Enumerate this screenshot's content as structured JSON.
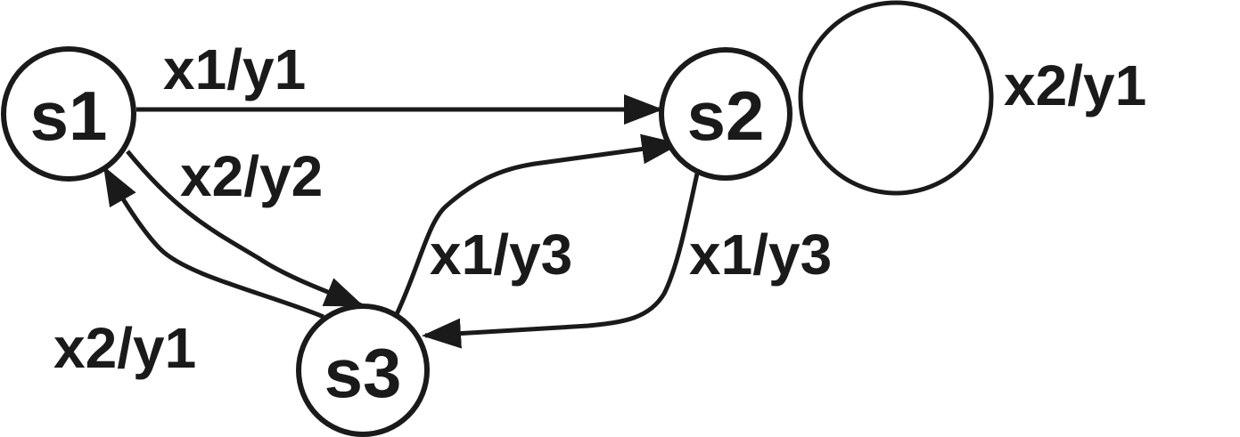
{
  "states": {
    "s1": "s1",
    "s2": "s2",
    "s3": "s3"
  },
  "transitions": {
    "s1_to_s2": "x1/y1",
    "s1_to_s3": "x2/y2",
    "s3_to_s1": "x2/y1",
    "s3_to_s2": "x1/y3",
    "s2_to_s3": "x1/y3",
    "s2_self_loop": "x2/y1"
  },
  "colors": {
    "stroke": "#1a1a1a",
    "background": "#ffffff"
  }
}
